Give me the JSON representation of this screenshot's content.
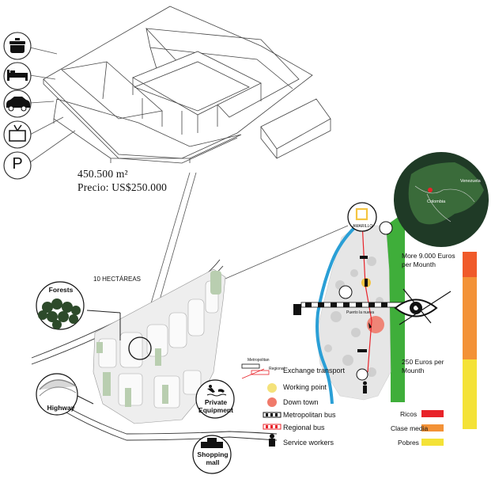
{
  "amenities": {
    "icons": [
      "cooking-pot-icon",
      "bed-icon",
      "car-icon",
      "tv-icon",
      "parking-icon"
    ],
    "parking_letter": "P"
  },
  "property": {
    "area_label": "450.500 m²",
    "price_label": "Precio: US$250.000",
    "hectares_label": "10 HECTÁREAS"
  },
  "site_plan": {
    "forests_label": "Forests",
    "highway_label": "Highway",
    "private_equipment_label": "Private Equipment",
    "shopping_mall_label": "Shopping mall"
  },
  "map": {
    "country_label": "Colombia",
    "neighbor_label": "Venezuela",
    "amarillo_label": "AMARILLO",
    "town_label": "Puerto la nueva",
    "metro_label": "Metropolitan",
    "regional_label": "Regional",
    "income_high": "More 9.000 Euros per Mounth",
    "income_low": "250 Euros per Mounth"
  },
  "legend": {
    "exchange_transport": "Exchange transport",
    "working_point": "Working point",
    "down_town": "Down town",
    "metropolitan_bus": "Metropolitan bus",
    "regional_bus": "Regional bus",
    "service_workers": "Service workers"
  },
  "class_legend": {
    "items": [
      {
        "label": "Ricos",
        "color": "#e8232a"
      },
      {
        "label": "Clase media",
        "color": "#f39237"
      },
      {
        "label": "Pobres",
        "color": "#f4e237"
      }
    ]
  },
  "colors": {
    "river": "#2a9fd6",
    "green_strip": "#3fae3a",
    "route": "#e8232a",
    "working_point": "#f4c542",
    "down_town": "#f07a6a"
  }
}
